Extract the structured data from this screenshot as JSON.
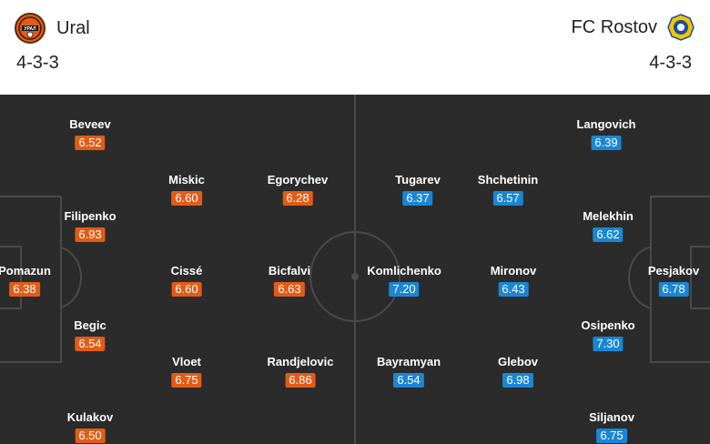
{
  "home": {
    "name": "Ural",
    "formation": "4-3-3",
    "logo_color": "#e35c16",
    "logo_text": "УРАЛ",
    "rating_color": "#e35c16",
    "players": [
      {
        "name": "Pomazun",
        "rating": "6.38"
      },
      {
        "name": "Beveev",
        "rating": "6.52"
      },
      {
        "name": "Filipenko",
        "rating": "6.93"
      },
      {
        "name": "Begic",
        "rating": "6.54"
      },
      {
        "name": "Kulakov",
        "rating": "6.50"
      },
      {
        "name": "Miskic",
        "rating": "6.60"
      },
      {
        "name": "Cissé",
        "rating": "6.60"
      },
      {
        "name": "Vloet",
        "rating": "6.75"
      },
      {
        "name": "Egorychev",
        "rating": "6.28"
      },
      {
        "name": "Bicfalvi",
        "rating": "6.63"
      },
      {
        "name": "Randjelovic",
        "rating": "6.86"
      }
    ]
  },
  "away": {
    "name": "FC Rostov",
    "formation": "4-3-3",
    "logo_color": "#f2c500",
    "rating_color": "#1a86d6",
    "players": [
      {
        "name": "Tugarev",
        "rating": "6.37"
      },
      {
        "name": "Komlichenko",
        "rating": "7.20"
      },
      {
        "name": "Bayramyan",
        "rating": "6.54"
      },
      {
        "name": "Shchetinin",
        "rating": "6.57"
      },
      {
        "name": "Mironov",
        "rating": "6.43"
      },
      {
        "name": "Glebov",
        "rating": "6.98"
      },
      {
        "name": "Langovich",
        "rating": "6.39"
      },
      {
        "name": "Melekhin",
        "rating": "6.62"
      },
      {
        "name": "Osipenko",
        "rating": "7.30"
      },
      {
        "name": "Siljanov",
        "rating": "6.75"
      },
      {
        "name": "Pesjakov",
        "rating": "6.78"
      }
    ]
  }
}
